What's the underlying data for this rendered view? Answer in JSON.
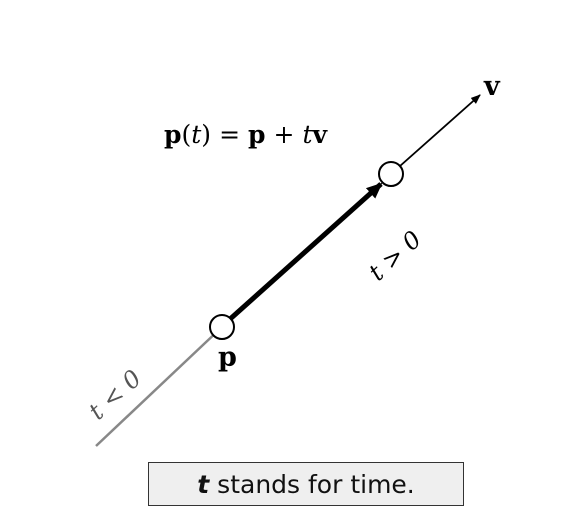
{
  "diagram": {
    "equation": {
      "bold_p1": "p",
      "open_paren": "(",
      "t": "t",
      "close_paren": ")",
      "equals": "=",
      "bold_p2": "p",
      "plus": "+",
      "t2": "t",
      "bold_v": "v"
    },
    "label_v": "v",
    "label_p": "p",
    "label_t_positive": "t > 0",
    "label_t_negative": "t < 0",
    "colors": {
      "line_positive": "#000000",
      "line_negative": "#888888",
      "point_fill": "#ffffff",
      "point_stroke": "#000000",
      "caption_bg": "#efefef"
    }
  },
  "caption": {
    "variable": "t",
    "text": "stands for time."
  }
}
